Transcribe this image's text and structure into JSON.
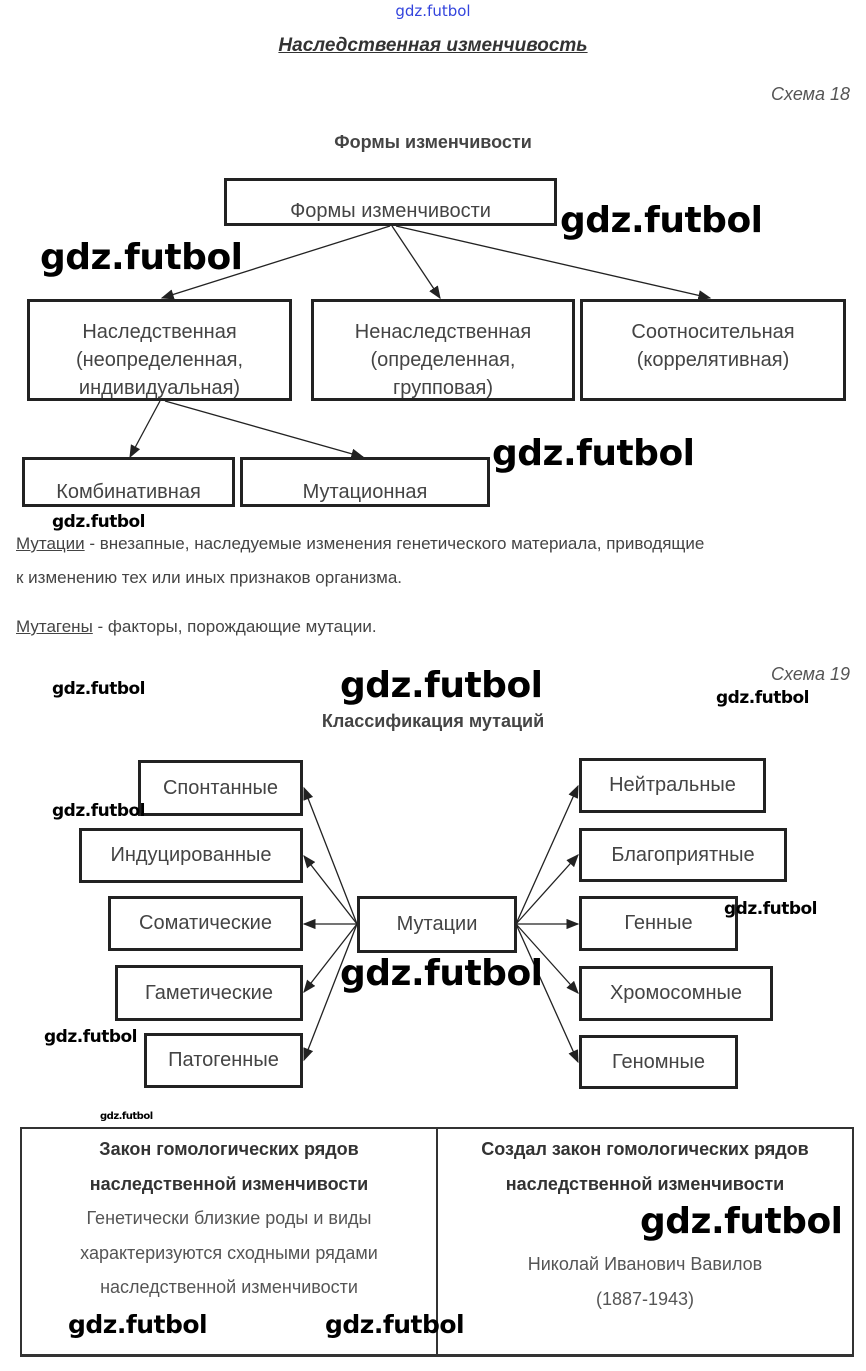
{
  "header": {
    "site": "gdz.futbol",
    "title": "Наследственная изменчивость"
  },
  "scheme18": {
    "label": "Схема 18",
    "heading": "Формы изменчивости",
    "root": "Формы изменчивости",
    "level1": [
      {
        "line1": "Наследственная",
        "line2": "(неопределенная,",
        "line3": "индивидуальная)"
      },
      {
        "line1": "Ненаследственная",
        "line2": "(определенная,",
        "line3": "групповая)"
      },
      {
        "line1": "Соотносительная",
        "line2": "(коррелятивная)"
      }
    ],
    "level2": [
      "Комбинативная",
      "Мутационная"
    ]
  },
  "definitions": {
    "mutation_term": "Мутации",
    "mutation_text": " - внезапные, наследуемые изменения генетического материала, приводящие",
    "mutation_text2": "к изменению тех или иных признаков организма.",
    "mutagen_term": "Мутагены",
    "mutagen_text": " - факторы, порождающие мутации."
  },
  "scheme19": {
    "label": "Схема 19",
    "heading": "Классификация мутаций",
    "center": "Мутации",
    "left": [
      "Спонтанные",
      "Индуцированные",
      "Соматические",
      "Гаметические",
      "Патогенные"
    ],
    "right": [
      "Нейтральные",
      "Благоприятные",
      "Генные",
      "Хромосомные",
      "Геномные"
    ]
  },
  "table": {
    "left_title1": "Закон гомологических рядов",
    "left_title2": "наследственной изменчивости",
    "left_text1": "Генетически близкие роды и виды",
    "left_text2": "характеризуются сходными рядами",
    "left_text3": "наследственной изменчивости",
    "right_title1": "Создал закон гомологических рядов",
    "right_title2": "наследственной изменчивости",
    "right_name": "Николай Иванович Вавилов",
    "right_years": "(1887-1943)"
  },
  "watermark": "gdz.futbol"
}
